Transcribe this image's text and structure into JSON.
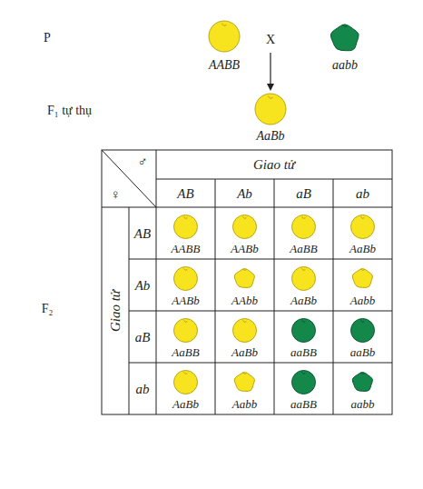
{
  "diagram": {
    "labels": [
      "P",
      "AABB",
      "X",
      "aabb",
      "F₁ tự thụ",
      "AaBb",
      "F₂",
      "♀",
      "♂",
      "Giao tử",
      "AB",
      "Ab",
      "aB",
      "ab",
      "Giao tử",
      "AB",
      "Ab",
      "aB",
      "ab",
      "AABB",
      "AABb",
      "AaBB",
      "AaBb",
      "AABb",
      "AAbb",
      "AaBb",
      "Aabb",
      "AaBB",
      "AaBb",
      "aaBB",
      "aaBb",
      "AaBb",
      "Aabb",
      "aaBB",
      "aabb"
    ]
  }
}
